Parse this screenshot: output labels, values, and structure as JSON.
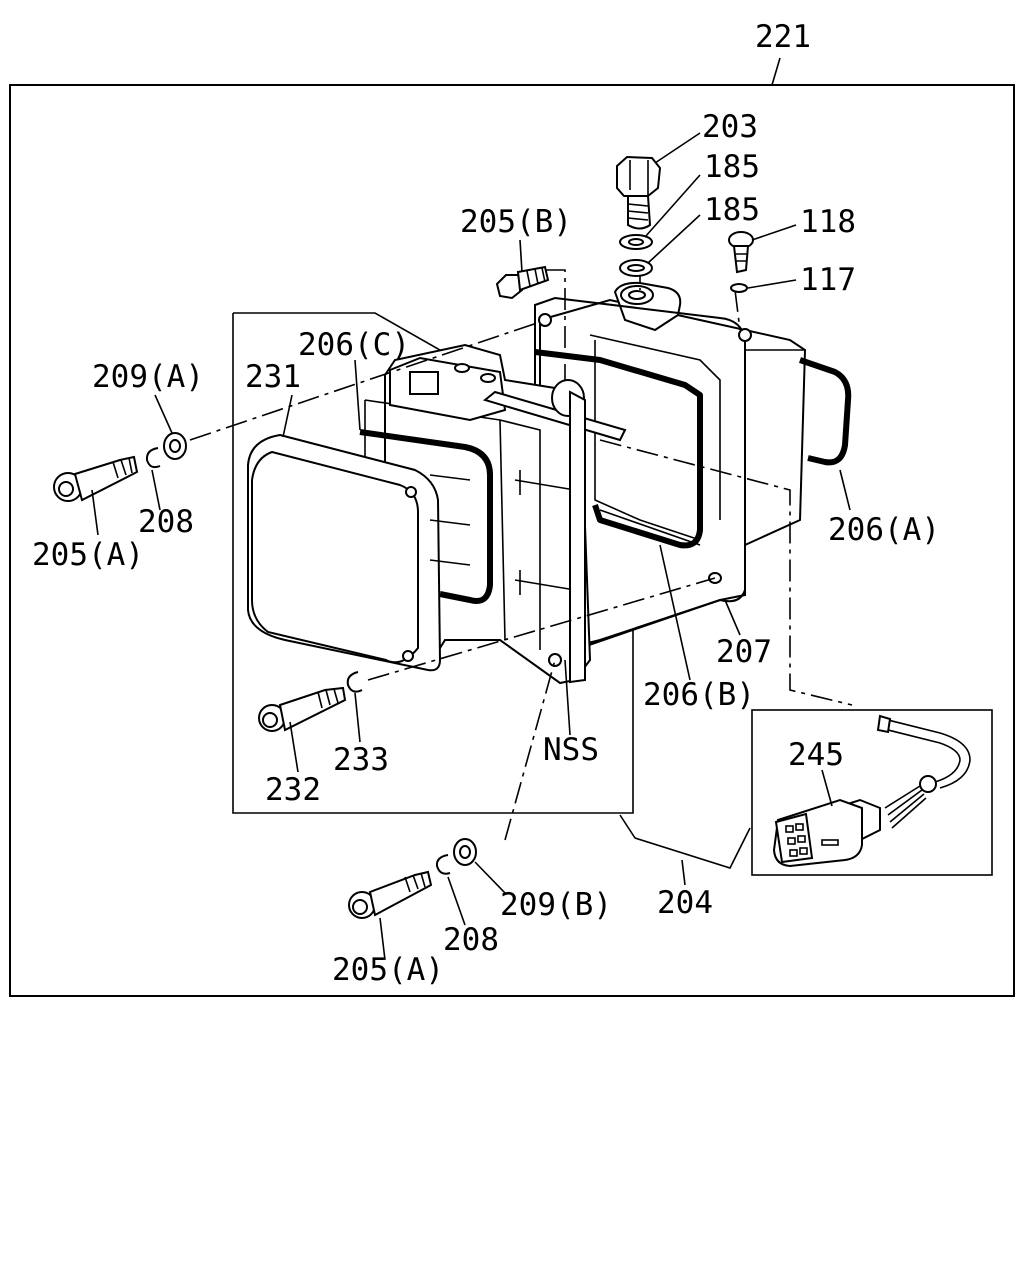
{
  "labels": {
    "assembly": "221",
    "bolt_top": "203",
    "washer_1": "185",
    "washer_2": "185",
    "screw_small": "118",
    "washer_small": "117",
    "bolt_b_top": "205(B)",
    "washer_a": "209(A)",
    "cover": "231",
    "gasket_c": "206(C)",
    "bolt_a_left": "205(A)",
    "spring_washer_left": "208",
    "gasket_a": "206(A)",
    "plate": "207",
    "gasket_b": "206(B)",
    "screw_232": "232",
    "washer_233": "233",
    "nss": "NSS",
    "connector": "245",
    "harness": "204",
    "washer_b": "209(B)",
    "spring_washer_bottom": "208",
    "bolt_a_bottom": "205(A)"
  }
}
